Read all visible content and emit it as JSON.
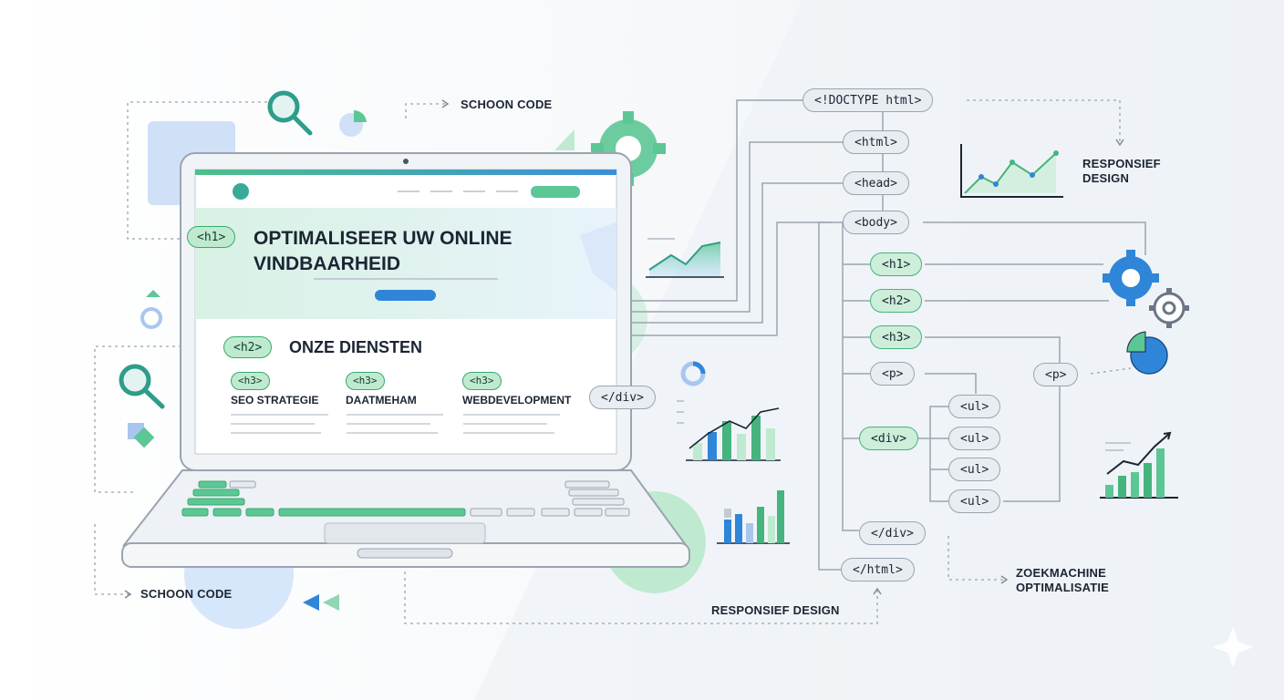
{
  "labels": {
    "schoon_code_top": "SCHOON CODE",
    "schoon_code_bottom": "SCHOON CODE",
    "responsief_design_right_1": "RESPONSIEF",
    "responsief_design_right_2": "DESIGN",
    "responsief_design_bottom": "RESPONSIEF DESIGN",
    "zoekmachine_1": "ZOEKMACHINE",
    "zoekmachine_2": "OPTIMALISATIE"
  },
  "screen": {
    "h1_tag": "<h1>",
    "h1_line1": "OPTIMALISEER UW ONLINE",
    "h1_line2": "VINDBAARHEID",
    "h2_tag": "<h2>",
    "h2_text": "ONZE DIENSTEN",
    "services": [
      {
        "tag": "<h3>",
        "title": "SEO STRATEGIE"
      },
      {
        "tag": "<h3>",
        "title": "DAATMEHAM"
      },
      {
        "tag": "<h3>",
        "title": "WEBDEVELOPMENT"
      }
    ],
    "div_close": "</div>"
  },
  "tree": {
    "doctype": "<!DOCTYPE html>",
    "html": "<html>",
    "head": "<head>",
    "body": "<body>",
    "h1": "<h1>",
    "h2": "<h2>",
    "h3": "<h3>",
    "p": "<p>",
    "p_right": "<p>",
    "div": "<div>",
    "ul": [
      "<ul>",
      "<ul>",
      "<ul>",
      "<ul>"
    ],
    "div_close": "</div>",
    "html_close": "</html>"
  },
  "colors": {
    "accent_green": "#46b47e",
    "accent_blue": "#2f86d8",
    "line_gray": "#9aa4b0"
  }
}
